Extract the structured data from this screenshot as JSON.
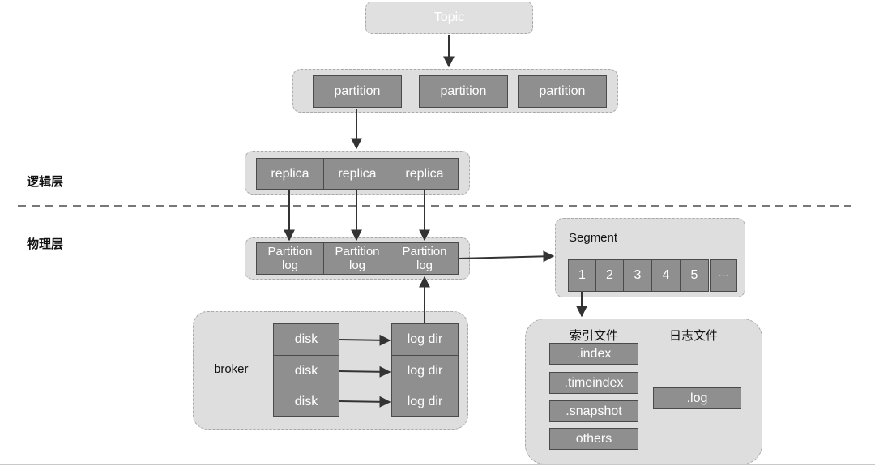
{
  "topic": "Topic",
  "partitions": [
    "partition",
    "partition",
    "partition"
  ],
  "replicas": [
    "replica",
    "replica",
    "replica"
  ],
  "layers": {
    "logical": "逻辑层",
    "physical": "物理层"
  },
  "partition_logs": [
    "Partition\nlog",
    "Partition\nlog",
    "Partition\nlog"
  ],
  "segment": {
    "title": "Segment",
    "items": [
      "1",
      "2",
      "3",
      "4",
      "5",
      "···"
    ]
  },
  "broker": {
    "label": "broker",
    "disks": [
      "disk",
      "disk",
      "disk"
    ],
    "log_dirs": [
      "log dir",
      "log dir",
      "log dir"
    ]
  },
  "files": {
    "index_title": "索引文件",
    "log_title": "日志文件",
    "index_files": [
      ".index",
      ".timeindex",
      ".snapshot",
      "others"
    ],
    "log_file": ".log"
  }
}
